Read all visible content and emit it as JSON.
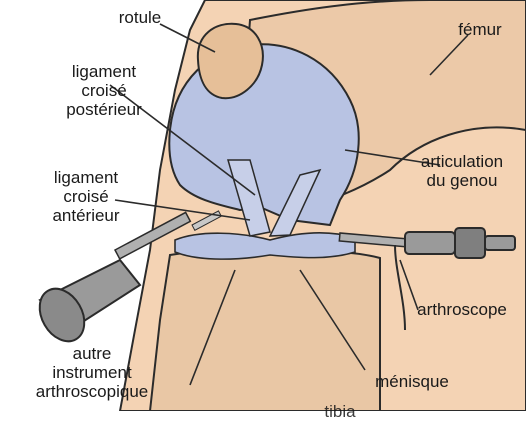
{
  "labels": {
    "patella": "rotule",
    "femur": "fémur",
    "pcl": [
      "ligament",
      "croisé",
      "postérieur"
    ],
    "joint": [
      "articulation",
      "du genou"
    ],
    "acl": [
      "ligament",
      "croisé",
      "antérieur"
    ],
    "arthroscope": "arthroscope",
    "instrument": [
      "autre",
      "instrument",
      "arthroscopique"
    ],
    "meniscus": "ménisque",
    "cut_off": "tibia"
  },
  "colors": {
    "skin": "#f4d3b4",
    "skin_shadow": "#e3b893",
    "bone": "#e9c7a5",
    "cartilage": "#b8c3e3",
    "line": "#2b2b2b",
    "instrument": "#8a8a8a"
  },
  "icons": [
    "arthroscope-device",
    "instrument-device"
  ]
}
